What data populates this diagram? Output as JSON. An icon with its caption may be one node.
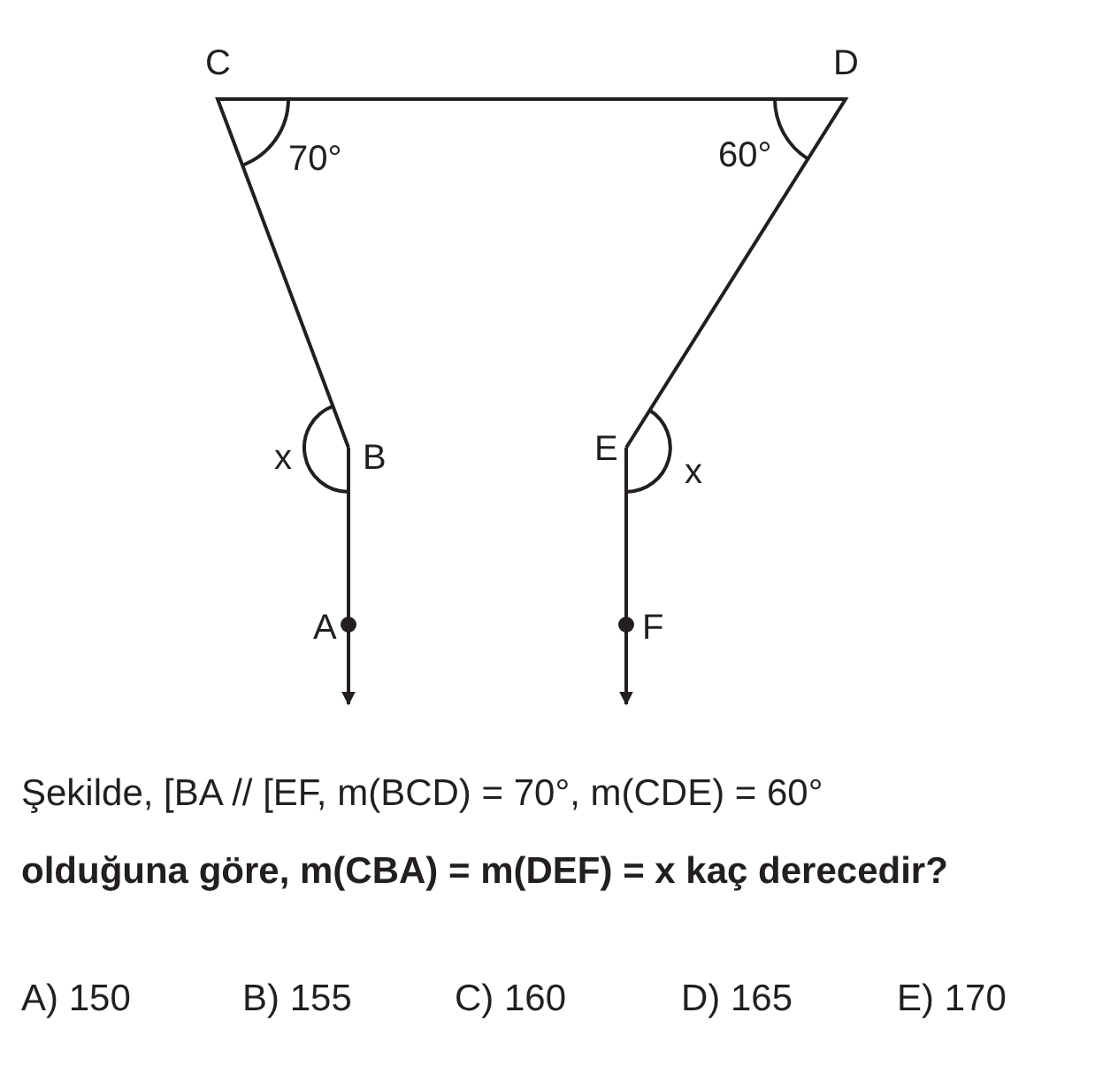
{
  "diagram": {
    "labels": [
      "C",
      "D",
      "70°",
      "60°",
      "x",
      "B",
      "E",
      "x",
      "A",
      "F",
      "Şekilde, [BA // [EF, m(BCD) = 70°, m(CDE) = 60°",
      "olduğuna göre, m(CBA) = m(DEF) = x kaç derecedir?",
      "A) 150",
      "B) 155",
      "C) 160",
      "D) 165",
      "E) 170"
    ]
  }
}
